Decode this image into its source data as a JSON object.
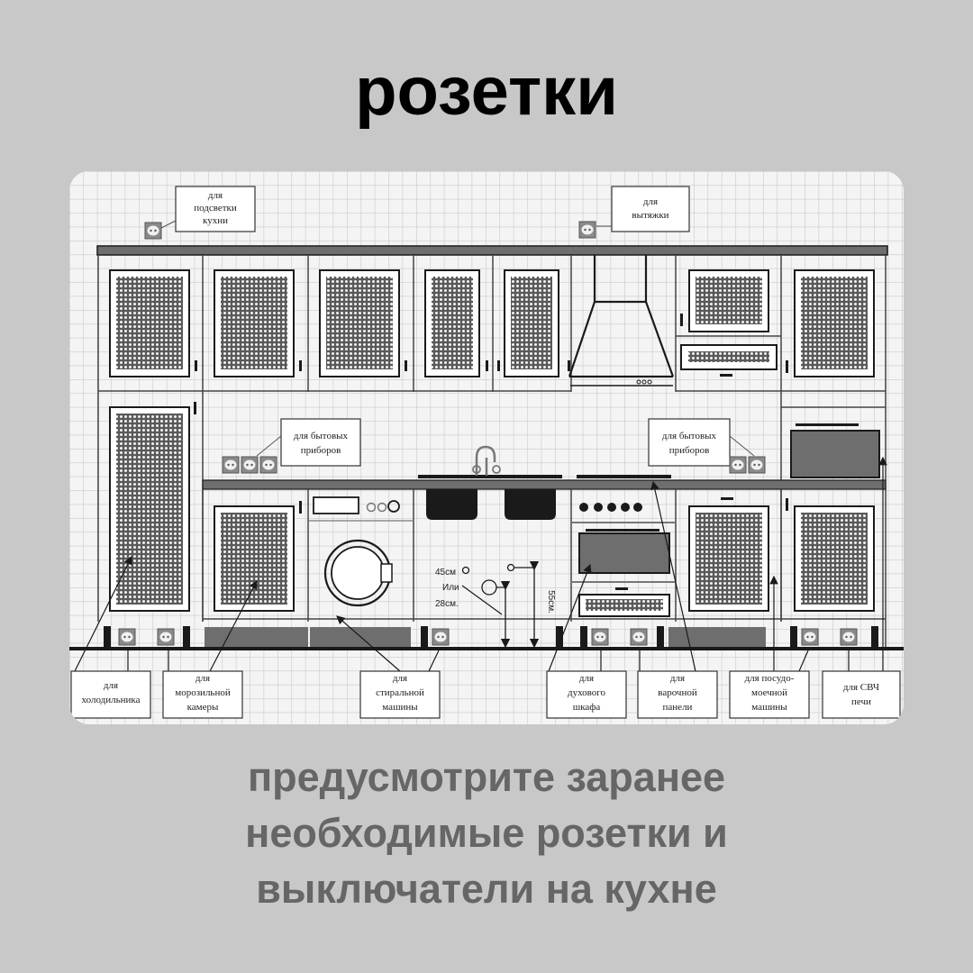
{
  "title": "розетки",
  "caption": {
    "lines": [
      "предусмотрите заранее",
      "необходимые розетки и",
      "выключатели на кухне"
    ]
  },
  "diagram": {
    "top_labels": {
      "lighting": [
        "для",
        "подсветки",
        "кухни"
      ],
      "hood": [
        "для",
        "вытяжки"
      ]
    },
    "mid_labels": {
      "appliances_left": [
        "для бытовых",
        "приборов"
      ],
      "appliances_right": [
        "для бытовых",
        "приборов"
      ]
    },
    "dimensions": {
      "height_a": "45см",
      "or": "Или",
      "height_b": "28см.",
      "height_c": "55см."
    },
    "bottom_labels": [
      {
        "id": "fridge",
        "lines": [
          "для",
          "холодильника"
        ]
      },
      {
        "id": "freezer",
        "lines": [
          "для",
          "морозильной",
          "камеры"
        ]
      },
      {
        "id": "washer",
        "lines": [
          "для",
          "стиральной",
          "машины"
        ]
      },
      {
        "id": "oven",
        "lines": [
          "для",
          "духового",
          "шкафа"
        ]
      },
      {
        "id": "hob",
        "lines": [
          "для",
          "варочной",
          "панели"
        ]
      },
      {
        "id": "dishwasher",
        "lines": [
          "для посудо-",
          "моечной",
          "машины"
        ]
      },
      {
        "id": "microwave",
        "lines": [
          "для СВЧ",
          "печи"
        ]
      }
    ],
    "colors": {
      "background": "#c8c8c8",
      "card": "#f4f4f4",
      "grid": "#c9c9c9",
      "line": "#1a1a1a",
      "fill_gray": "#707070",
      "caption": "#666666"
    }
  }
}
